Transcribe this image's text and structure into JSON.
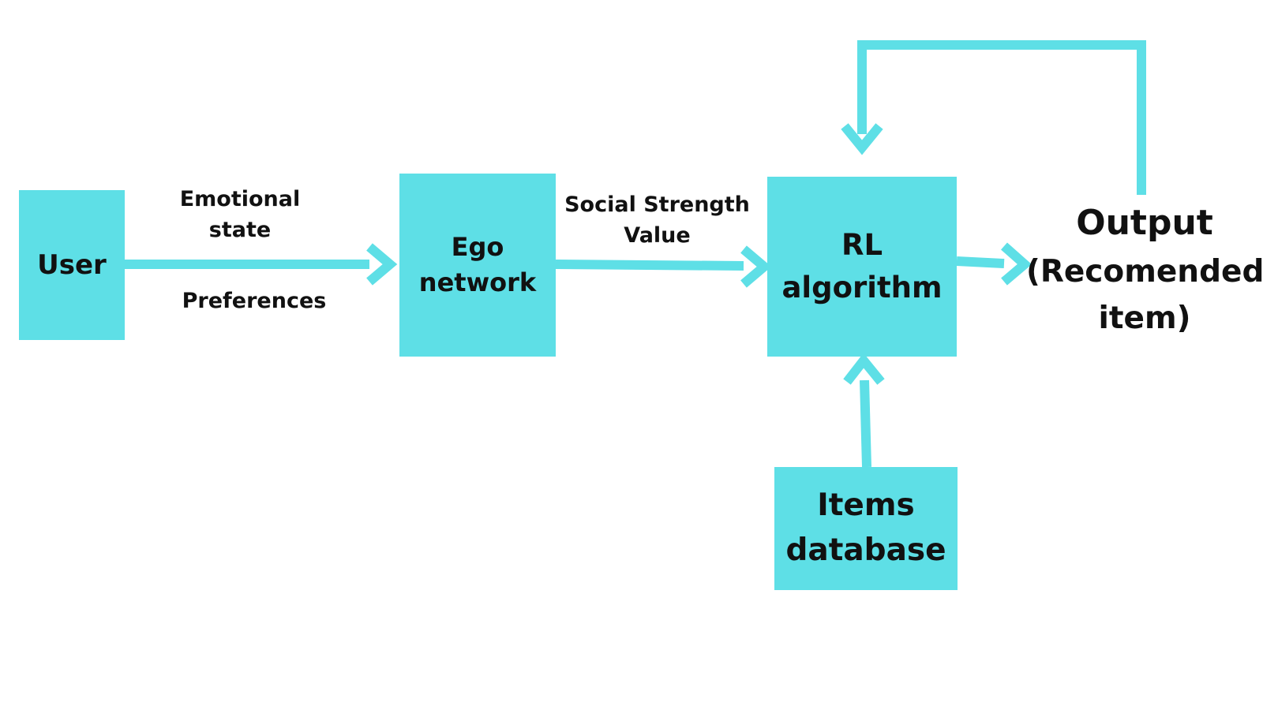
{
  "colors": {
    "box_fill": "#5EDFE6",
    "arrow": "#5EDFE6",
    "text": "#111111",
    "background": "#FFFFFF"
  },
  "nodes": {
    "user": {
      "label": "User"
    },
    "ego_network": {
      "line1": "Ego",
      "line2": "network"
    },
    "rl_algorithm": {
      "line1": "RL",
      "line2": "algorithm"
    },
    "items_database": {
      "line1": "Items",
      "line2": "database"
    },
    "output": {
      "line1": "Output",
      "line2": "(Recomended",
      "line3": "item)"
    }
  },
  "edge_labels": {
    "user_to_ego_top": {
      "line1": "Emotional",
      "line2": "state"
    },
    "user_to_ego_bottom": "Preferences",
    "ego_to_rl": {
      "line1": "Social Strength",
      "line2": "Value"
    }
  }
}
